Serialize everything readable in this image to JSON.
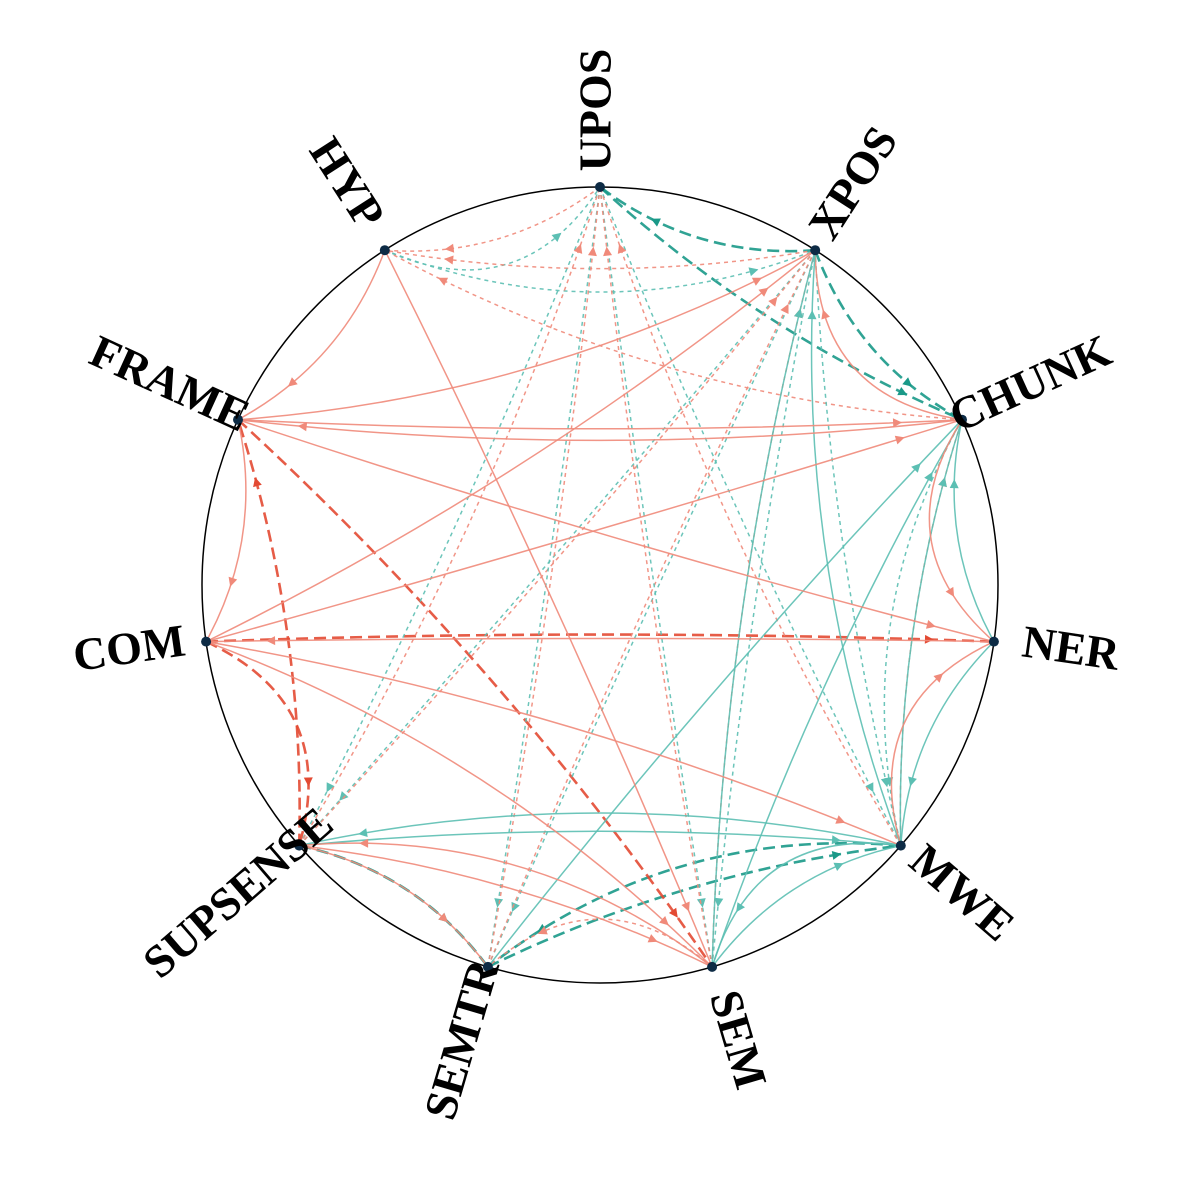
{
  "colors": {
    "red": "#e34a33",
    "salmon": "#f08a7a",
    "teal": "#1a9988",
    "teal_light": "#5cbfb3",
    "node": "#0d2b45",
    "ring": "#000000"
  },
  "nodes": [
    {
      "id": "UPOS",
      "label": "UPOS"
    },
    {
      "id": "XPOS",
      "label": "XPOS"
    },
    {
      "id": "CHUNK",
      "label": "CHUNK"
    },
    {
      "id": "NER",
      "label": "NER"
    },
    {
      "id": "MWE",
      "label": "MWE"
    },
    {
      "id": "SEM",
      "label": "SEM"
    },
    {
      "id": "SEMTR",
      "label": "SEMTR"
    },
    {
      "id": "SUPSENSE",
      "label": "SUPSENSE"
    },
    {
      "id": "COM",
      "label": "COM"
    },
    {
      "id": "FRAME",
      "label": "FRAME"
    },
    {
      "id": "HYP",
      "label": "HYP"
    }
  ],
  "edges": [
    {
      "from": "XPOS",
      "to": "UPOS",
      "color": "teal",
      "style": "dashed-bold"
    },
    {
      "from": "XPOS",
      "to": "CHUNK",
      "color": "teal",
      "style": "dashed-bold"
    },
    {
      "from": "UPOS",
      "to": "CHUNK",
      "color": "teal",
      "style": "dashed-bold"
    },
    {
      "from": "MWE",
      "to": "SEMTR",
      "color": "teal",
      "style": "dashed-bold"
    },
    {
      "from": "SEMTR",
      "to": "MWE",
      "color": "teal",
      "style": "dashed-bold"
    },
    {
      "from": "SUPSENSE",
      "to": "SEMTR",
      "color": "teal",
      "style": "dashed-bold"
    },
    {
      "from": "COM",
      "to": "NER",
      "color": "red",
      "style": "dashed-bold"
    },
    {
      "from": "FRAME",
      "to": "SEM",
      "color": "red",
      "style": "dashed-bold"
    },
    {
      "from": "SUPSENSE",
      "to": "FRAME",
      "color": "red",
      "style": "dashed-bold"
    },
    {
      "from": "COM",
      "to": "SUPSENSE",
      "color": "red",
      "style": "dashed-bold"
    },
    {
      "from": "HYP",
      "to": "UPOS",
      "color": "teal_light",
      "style": "dotted"
    },
    {
      "from": "UPOS",
      "to": "HYP",
      "color": "salmon",
      "style": "dotted"
    },
    {
      "from": "HYP",
      "to": "XPOS",
      "color": "teal_light",
      "style": "dotted"
    },
    {
      "from": "XPOS",
      "to": "HYP",
      "color": "salmon",
      "style": "dotted"
    },
    {
      "from": "XPOS",
      "to": "SEMTR",
      "color": "teal_light",
      "style": "dotted"
    },
    {
      "from": "SEMTR",
      "to": "XPOS",
      "color": "salmon",
      "style": "dotted"
    },
    {
      "from": "XPOS",
      "to": "SEM",
      "color": "teal_light",
      "style": "dotted"
    },
    {
      "from": "SEM",
      "to": "XPOS",
      "color": "salmon",
      "style": "dotted"
    },
    {
      "from": "XPOS",
      "to": "SUPSENSE",
      "color": "teal_light",
      "style": "dotted"
    },
    {
      "from": "SUPSENSE",
      "to": "XPOS",
      "color": "salmon",
      "style": "dotted"
    },
    {
      "from": "UPOS",
      "to": "SEMTR",
      "color": "teal_light",
      "style": "dotted"
    },
    {
      "from": "SEMTR",
      "to": "UPOS",
      "color": "salmon",
      "style": "dotted"
    },
    {
      "from": "UPOS",
      "to": "SEM",
      "color": "teal_light",
      "style": "dotted"
    },
    {
      "from": "SEM",
      "to": "UPOS",
      "color": "salmon",
      "style": "dotted"
    },
    {
      "from": "UPOS",
      "to": "MWE",
      "color": "teal_light",
      "style": "dotted"
    },
    {
      "from": "MWE",
      "to": "UPOS",
      "color": "salmon",
      "style": "dotted"
    },
    {
      "from": "UPOS",
      "to": "SUPSENSE",
      "color": "teal_light",
      "style": "dotted"
    },
    {
      "from": "SUPSENSE",
      "to": "UPOS",
      "color": "salmon",
      "style": "dotted"
    },
    {
      "from": "CHUNK",
      "to": "MWE",
      "color": "teal_light",
      "style": "dotted"
    },
    {
      "from": "MWE",
      "to": "CHUNK",
      "color": "salmon",
      "style": "dotted"
    },
    {
      "from": "CHUNK",
      "to": "HYP",
      "color": "salmon",
      "style": "dotted"
    },
    {
      "from": "SEM",
      "to": "SEMTR",
      "color": "salmon",
      "style": "dotted"
    },
    {
      "from": "XPOS",
      "to": "MWE",
      "color": "teal_light",
      "style": "dotted"
    },
    {
      "from": "CHUNK",
      "to": "XPOS",
      "color": "salmon",
      "style": "solid"
    },
    {
      "from": "MWE",
      "to": "XPOS",
      "color": "teal_light",
      "style": "solid"
    },
    {
      "from": "SEM",
      "to": "XPOS",
      "color": "teal_light",
      "style": "solid"
    },
    {
      "from": "SEM",
      "to": "CHUNK",
      "color": "teal_light",
      "style": "solid"
    },
    {
      "from": "SEMTR",
      "to": "CHUNK",
      "color": "teal_light",
      "style": "solid"
    },
    {
      "from": "MWE",
      "to": "CHUNK",
      "color": "teal_light",
      "style": "solid"
    },
    {
      "from": "NER",
      "to": "CHUNK",
      "color": "teal_light",
      "style": "solid"
    },
    {
      "from": "CHUNK",
      "to": "NER",
      "color": "salmon",
      "style": "solid"
    },
    {
      "from": "NER",
      "to": "MWE",
      "color": "teal_light",
      "style": "solid"
    },
    {
      "from": "MWE",
      "to": "NER",
      "color": "salmon",
      "style": "solid"
    },
    {
      "from": "SEM",
      "to": "MWE",
      "color": "teal_light",
      "style": "solid"
    },
    {
      "from": "MWE",
      "to": "SUPSENSE",
      "color": "teal_light",
      "style": "solid"
    },
    {
      "from": "SUPSENSE",
      "to": "MWE",
      "color": "teal_light",
      "style": "solid"
    },
    {
      "from": "SEM",
      "to": "SUPSENSE",
      "color": "salmon",
      "style": "solid"
    },
    {
      "from": "HYP",
      "to": "FRAME",
      "color": "salmon",
      "style": "solid"
    },
    {
      "from": "HYP",
      "to": "SEM",
      "color": "salmon",
      "style": "solid"
    },
    {
      "from": "FRAME",
      "to": "XPOS",
      "color": "salmon",
      "style": "solid"
    },
    {
      "from": "FRAME",
      "to": "CHUNK",
      "color": "salmon",
      "style": "solid"
    },
    {
      "from": "CHUNK",
      "to": "FRAME",
      "color": "salmon",
      "style": "solid"
    },
    {
      "from": "FRAME",
      "to": "NER",
      "color": "salmon",
      "style": "solid"
    },
    {
      "from": "FRAME",
      "to": "COM",
      "color": "salmon",
      "style": "solid"
    },
    {
      "from": "COM",
      "to": "XPOS",
      "color": "salmon",
      "style": "solid"
    },
    {
      "from": "COM",
      "to": "CHUNK",
      "color": "salmon",
      "style": "solid"
    },
    {
      "from": "COM",
      "to": "MWE",
      "color": "salmon",
      "style": "solid"
    },
    {
      "from": "NER",
      "to": "COM",
      "color": "salmon",
      "style": "solid"
    },
    {
      "from": "COM",
      "to": "SEM",
      "color": "salmon",
      "style": "solid"
    },
    {
      "from": "SUPSENSE",
      "to": "SEM",
      "color": "salmon",
      "style": "solid"
    },
    {
      "from": "SUPSENSE",
      "to": "SEMTR",
      "color": "salmon",
      "style": "solid"
    },
    {
      "from": "MWE",
      "to": "SEM",
      "color": "teal_light",
      "style": "solid"
    }
  ]
}
